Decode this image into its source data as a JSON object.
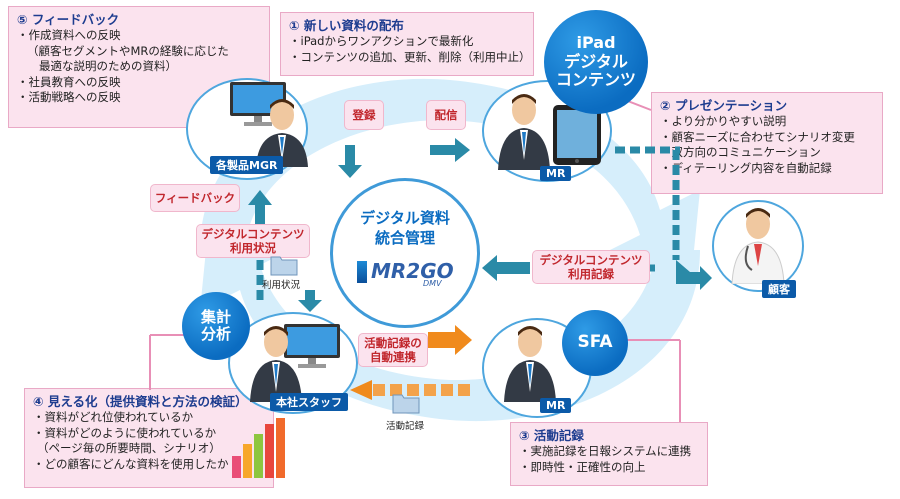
{
  "colors": {
    "accent_blue": "#0b6cc1",
    "box_pink": "#fbe3ee",
    "label_red": "#c1272d",
    "arrow_teal": "#2a8aa7",
    "arrow_orange": "#f08a1c"
  },
  "box5": {
    "title": "⑤ フィードバック",
    "items": [
      "・作成資料への反映",
      "（顧客セグメントやMRの経験に応じた",
      "最適な説明のための資料）",
      "・社員教育への反映",
      "・活動戦略への反映"
    ]
  },
  "box1": {
    "title": "① 新しい資料の配布",
    "items": [
      "・iPadからワンアクションで最新化",
      "・コンテンツの追加、更新、削除（利用中止）"
    ]
  },
  "box2": {
    "title": "② プレゼンテーション",
    "items": [
      "・より分かりやすい説明",
      "・顧客ニーズに合わせてシナリオ変更",
      "・双方向のコミュニケーション",
      "・ディテーリング内容を自動記録"
    ]
  },
  "box3": {
    "title": "③ 活動記録",
    "items": [
      "・実施記録を日報システムに連携",
      "・即時性・正確性の向上"
    ]
  },
  "box4": {
    "title": "④ 見える化（提供資料と方法の検証）",
    "items": [
      "・資料がどれ位使われているか",
      "・資料がどのように使われているか",
      "（ページ毎の所要時間、シナリオ）",
      "・どの顧客にどんな資料を使用したか"
    ]
  },
  "ipad_badge": {
    "line1": "iPad",
    "line2": "デジタル",
    "line3": "コンテンツ"
  },
  "sfa_badge": "SFA",
  "shukei_badge": {
    "line1": "集計",
    "line2": "分析"
  },
  "center": {
    "line1": "デジタル資料",
    "line2": "統合管理",
    "logo": "MR2GO",
    "logo_sub": "DMV"
  },
  "tags": {
    "register": "登録",
    "distribute": "配信",
    "feedback": "フィードバック",
    "usage_status_1": "デジタルコンテンツ",
    "usage_status_2": "利用状況",
    "usage_record_1": "デジタルコンテンツ",
    "usage_record_2": "利用記録",
    "auto_link_1": "活動記録の",
    "auto_link_2": "自動連携"
  },
  "nameplates": {
    "mgr": "各製品MGR",
    "mr_top": "MR",
    "customer": "顧客",
    "staff": "本社スタッフ",
    "mr_bottom": "MR"
  },
  "small_labels": {
    "usage_status": "利用状況",
    "activity_record": "活動記録"
  }
}
